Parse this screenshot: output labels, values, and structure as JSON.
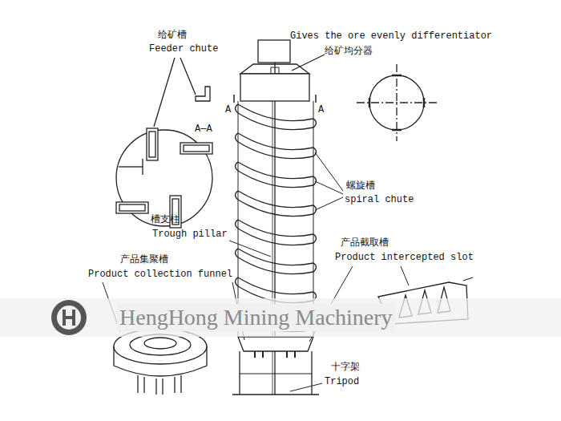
{
  "diagram": {
    "labels": [
      "给矿槽",
      "Feeder chute",
      "A—A",
      "Gives the ore evenly differentiator",
      "给矿均分器",
      "A",
      "A",
      "螺旋槽",
      "spiral chute",
      "槽支柱",
      "Trough pillar",
      "产品截取槽",
      "Product intercepted slot",
      "产品集聚槽",
      "Product collection funnel",
      "十字架",
      "Tripod",
      "HengHong Mining Machinery"
    ]
  }
}
